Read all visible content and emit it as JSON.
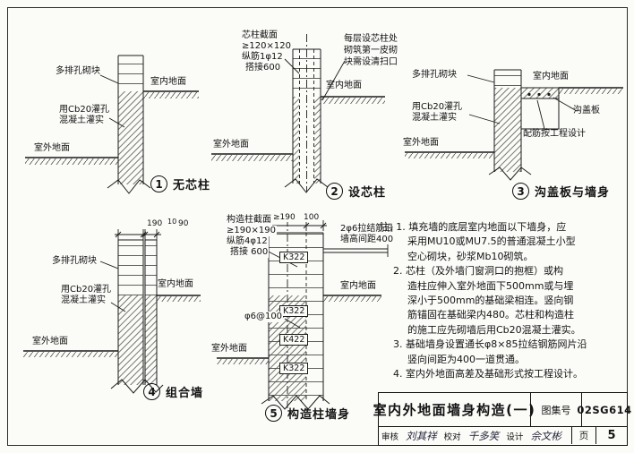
{
  "titleblock": {
    "title": "室内外地面墙身构造(一)",
    "atlas_label": "图集号",
    "atlas_no": "02SG614",
    "page_label": "页",
    "page_no": "5",
    "check_label": "审核",
    "check_sig": "刘其祥",
    "proof_label": "校对",
    "proof_sig": "千多笑",
    "design_label": "设计",
    "design_sig": "佘文彬"
  },
  "details": {
    "d1": {
      "num": "1",
      "caption": "无芯柱",
      "blocks": "多排孔砌块",
      "indoor": "室内地面",
      "grout1": "用Cb20灌孔",
      "grout2": "混凝土灌实",
      "outdoor": "室外地面"
    },
    "d2": {
      "num": "2",
      "caption": "设芯柱",
      "core1": "芯柱截面",
      "core2": "≥120×120",
      "core3": "纵筋1φ12",
      "core4": "搭接600",
      "clean1": "每层设芯柱处",
      "clean2": "砌筑第一皮砌",
      "clean3": "块需设清扫口",
      "indoor": "室内地面",
      "outdoor": "室外地面"
    },
    "d3": {
      "num": "3",
      "caption": "沟盖板与墙身",
      "blocks": "多排孔砌块",
      "indoor": "室内地面",
      "grout1": "用Cb20灌孔",
      "grout2": "混凝土灌实",
      "cover": "沟盖板",
      "rebar": "配筋按工程设计",
      "outdoor": "室外地面"
    },
    "d4": {
      "num": "4",
      "caption": "组合墙",
      "dim1": "190",
      "dim2": "10",
      "dim3": "90",
      "blocks": "多排孔砌块",
      "grout1": "用Cb20灌孔",
      "grout2": "混凝土灌实",
      "indoor": "室内地面",
      "outdoor": "室外地面"
    },
    "d5": {
      "num": "5",
      "caption": "构造柱墙身",
      "col1": "构造柱截面",
      "col2": "≥190×190",
      "col3": "纵筋4φ12",
      "col4": "搭接 600",
      "dim1": "≥190",
      "dim2": "100",
      "tie1": "2φ6拉结筋沿",
      "tie2": "墙高间距400",
      "k1": "K322",
      "k2": "K322",
      "k3": "K422",
      "k4": "K322",
      "stirrup": "φ6@100",
      "indoor": "室内地面",
      "outdoor": "室外地面"
    }
  },
  "notes": {
    "lines": [
      "注: 1. 填充墙的底层室内地面以下墙身，应",
      "采用MU10或MU7.5的普通混凝土小型",
      "空心砌块，砂浆Mb10砌筑。",
      "2. 芯柱（及外墙门窗洞口的抱框）或构",
      "造柱应伸入室外地面下500mm或与埋",
      "深小于500mm的基础梁相连。竖向钢",
      "筋锚固在基础梁内480。芯柱和构造柱",
      "的施工应先砌墙后用Cb20混凝土灌实。",
      "3. 基础墙身设置通长φ8×85拉结钢筋网片沿",
      "竖向间距为400一道贯通。",
      "4. 室内外地面高差及基础形式按工程设计。"
    ]
  }
}
